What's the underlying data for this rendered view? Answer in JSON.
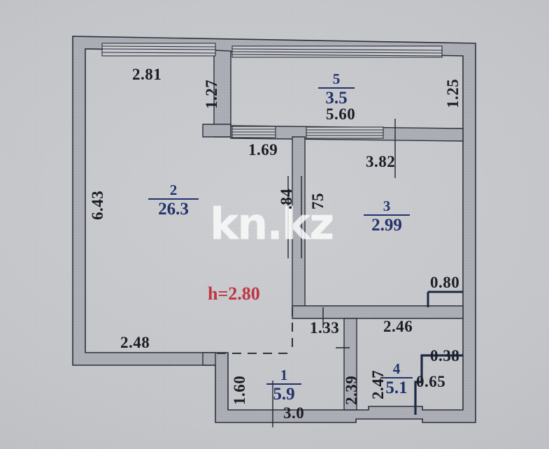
{
  "document": {
    "type": "apartment-floor-plan",
    "watermark": "kn.kz",
    "ceiling_height_label": "h=2.80",
    "background_color": "#c6c8cc",
    "wall_fill_color": "#aeb1b8",
    "line_color": "#1f2430",
    "room_label_color": "#20316b",
    "dimension_color": "#1a1a24",
    "height_color": "#c0333f"
  },
  "rooms": [
    {
      "id": "room-1",
      "number": "1",
      "area": "5.9"
    },
    {
      "id": "room-2",
      "number": "2",
      "area": "26.3"
    },
    {
      "id": "room-3",
      "number": "3",
      "area": "2.99"
    },
    {
      "id": "room-4",
      "number": "4",
      "area": "5.1"
    },
    {
      "id": "room-5",
      "number": "5",
      "area": "3.5"
    }
  ],
  "dimensions": {
    "d_2_81": "2.81",
    "d_1_27": "1.27",
    "d_5_60": "5.60",
    "d_1_25": "1.25",
    "d_1_69": "1.69",
    "d_3_82": "3.82",
    "d_6_43": "6.43",
    "d_3_84": ".84",
    "d_3_75": "75",
    "d_0_80": "0.80",
    "d_2_48": "2.48",
    "d_1_33": "1.33",
    "d_2_46": "2.46",
    "d_0_38": "0.38",
    "d_1_60": "1.60",
    "d_2_39": "2.39",
    "d_2_47": "2.47",
    "d_0_65": "0.65",
    "d_3_0": "3.0"
  }
}
